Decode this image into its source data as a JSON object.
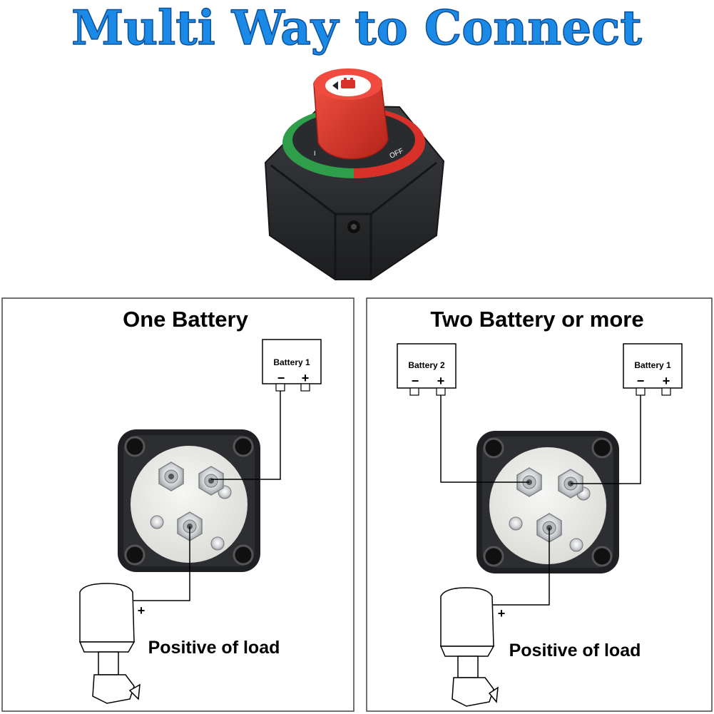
{
  "title": "Multi Way to Connect",
  "switch": {
    "off_label": "OFF",
    "mark_label": "I"
  },
  "panels": [
    {
      "title": "One Battery",
      "batteries": [
        {
          "label": "Battery 1",
          "minus": "−",
          "plus": "+"
        }
      ],
      "load_label": "Positive of load",
      "load_plus": "+"
    },
    {
      "title": "Two Battery or more",
      "batteries": [
        {
          "label": "Battery 2",
          "minus": "−",
          "plus": "+"
        },
        {
          "label": "Battery 1",
          "minus": "−",
          "plus": "+"
        }
      ],
      "load_label": "Positive of load",
      "load_plus": "+"
    }
  ],
  "colors": {
    "title": "#1a8ae6",
    "title_outline": "#0d4f99",
    "knob": "#e8372b",
    "knob_dark": "#b5231a",
    "body": "#2b2d30",
    "green": "#2f9e4a",
    "plate": "#e9e9e6"
  }
}
